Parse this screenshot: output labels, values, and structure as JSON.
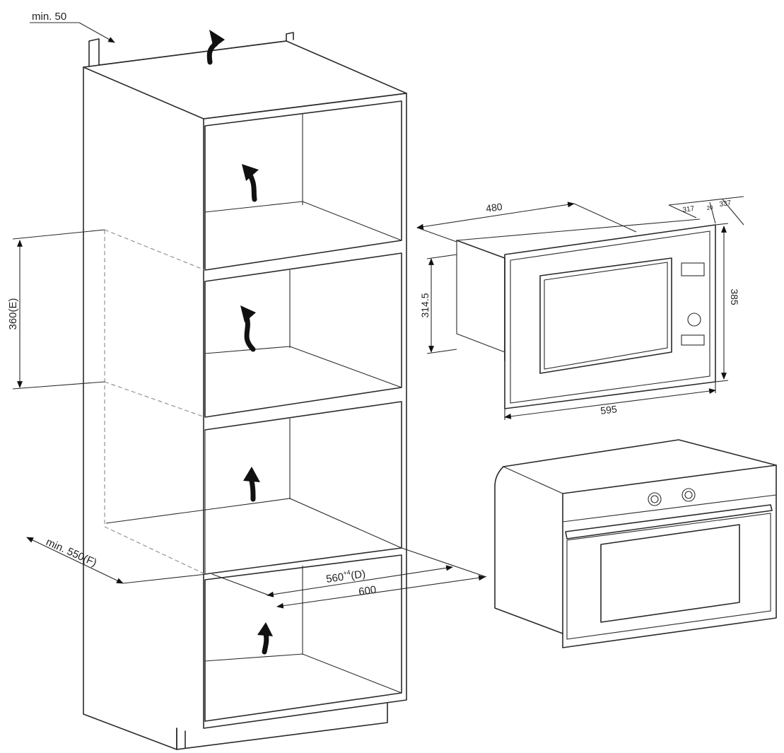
{
  "labels": {
    "min_top": "min. 50",
    "height_e": "360(E)",
    "min_front": "min. 550(F)",
    "depth_d": "560",
    "depth_d_tol": "+4",
    "depth_d_suffix": "(D)",
    "depth_600": "600",
    "depth_480": "480",
    "depth_317": "317",
    "depth_337": "337",
    "depth_20": "20",
    "height_314": "314.5",
    "height_385": "385",
    "width_595": "595"
  }
}
